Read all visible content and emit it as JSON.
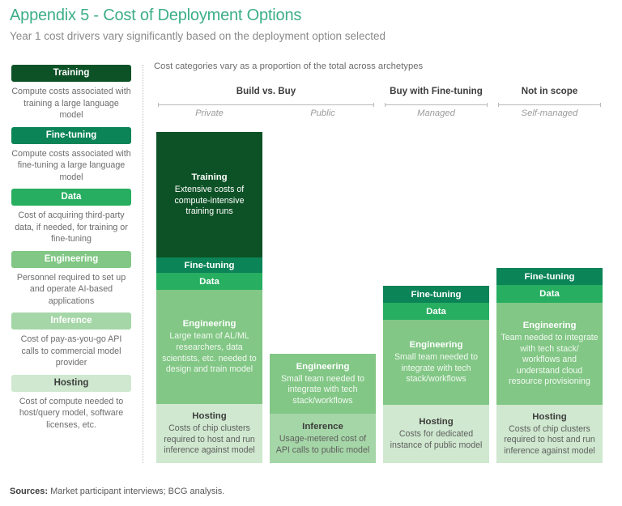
{
  "header": {
    "title": "Appendix 5 - Cost of Deployment Options",
    "subtitle": "Year 1 cost drivers vary significantly based on the deployment option selected"
  },
  "legend": {
    "items": [
      {
        "label": "Training",
        "description": "Compute costs associated with training a large language model",
        "color": "#0d5226",
        "text_color": "#ffffff"
      },
      {
        "label": "Fine-tuning",
        "description": "Compute costs associated with fine-tuning a large language model",
        "color": "#0b8457",
        "text_color": "#ffffff"
      },
      {
        "label": "Data",
        "description": "Cost of acquiring third-party data, if needed, for training or fine-tuning",
        "color": "#27ae60",
        "text_color": "#ffffff"
      },
      {
        "label": "Engineering",
        "description": "Personnel required to set up and operate AI-based applications",
        "color": "#82c785",
        "text_color": "#ffffff"
      },
      {
        "label": "Inference",
        "description": "Cost of pay-as-you-go API calls to commercial model provider",
        "color": "#a5d6a7",
        "text_color": "#ffffff"
      },
      {
        "label": "Hosting",
        "description": "Cost of compute needed to host/query model, software licenses, etc.",
        "color": "#cfe8cf",
        "text_color": "#3d3d3d"
      }
    ]
  },
  "chart_note": "Cost categories vary as a proportion of the total across archetypes",
  "sources": {
    "label": "Sources:",
    "text": " Market participant interviews; BCG analysis."
  },
  "chart_data": {
    "type": "bar",
    "title": "Cost categories vary as a proportion of the total across archetypes",
    "subtitle": "Year 1 cost drivers vary significantly based on the deployment option selected",
    "stacked": true,
    "ylabel": "",
    "xlabel": "",
    "grid": false,
    "legend_position": "left",
    "group_headers": [
      {
        "label": "Build vs. Buy",
        "columns": [
          "Private",
          "Public"
        ]
      },
      {
        "label": "Buy with Fine-tuning",
        "columns": [
          "Managed"
        ]
      },
      {
        "label": "Not in scope",
        "columns": [
          "Self-managed"
        ]
      }
    ],
    "categories": [
      "Private",
      "Public",
      "Managed",
      "Self-managed"
    ],
    "series": [
      {
        "name": "Training",
        "color": "#0d5226",
        "values": [
          155,
          0,
          0,
          0
        ]
      },
      {
        "name": "Fine-tuning",
        "color": "#0b8457",
        "values": [
          19,
          0,
          21,
          21
        ]
      },
      {
        "name": "Data",
        "color": "#27ae60",
        "values": [
          21,
          0,
          21,
          22
        ]
      },
      {
        "name": "Engineering",
        "color": "#82c785",
        "values": [
          141,
          74,
          105,
          126
        ]
      },
      {
        "name": "Inference",
        "color": "#a5d6a7",
        "values": [
          0,
          61,
          0,
          0
        ]
      },
      {
        "name": "Hosting",
        "color": "#cfe8cf",
        "values": [
          73,
          0,
          72,
          72
        ]
      }
    ],
    "columns": [
      {
        "key": "private",
        "group": "Build vs. Buy",
        "name": "Private",
        "segments": [
          {
            "label": "Training",
            "description": "Extensive costs of compute-intensive training runs",
            "color": "#0d5226",
            "height": 155,
            "tone": "on-dark"
          },
          {
            "label": "Fine-tuning",
            "description": "",
            "color": "#0b8457",
            "height": 19,
            "tone": "on-dark"
          },
          {
            "label": "Data",
            "description": "",
            "color": "#27ae60",
            "height": 21,
            "tone": "on-dark"
          },
          {
            "label": "Engineering",
            "description": "Large team of AL/ML researchers, data scientists, etc. needed to design and train model",
            "color": "#82c785",
            "height": 141,
            "tone": "on-mid"
          },
          {
            "label": "Hosting",
            "description": "Costs of chip clusters required to host and run inference against model",
            "color": "#cfe8cf",
            "height": 73,
            "tone": "on-light"
          }
        ]
      },
      {
        "key": "public",
        "group": "Build vs. Buy",
        "name": "Public",
        "segments": [
          {
            "label": "Engineering",
            "description": "Small team needed to integrate with tech stack/workflows",
            "color": "#82c785",
            "height": 74,
            "tone": "on-mid"
          },
          {
            "label": "Inference",
            "description": "Usage-metered cost of API calls to public model",
            "color": "#a5d6a7",
            "height": 61,
            "tone": "on-light"
          }
        ]
      },
      {
        "key": "managed",
        "group": "Buy with Fine-tuning",
        "name": "Managed",
        "segments": [
          {
            "label": "Fine-tuning",
            "description": "",
            "color": "#0b8457",
            "height": 21,
            "tone": "on-dark"
          },
          {
            "label": "Data",
            "description": "",
            "color": "#27ae60",
            "height": 21,
            "tone": "on-dark"
          },
          {
            "label": "Engineering",
            "description": "Small team needed to integrate with tech stack/workflows",
            "color": "#82c785",
            "height": 105,
            "tone": "on-mid"
          },
          {
            "label": "Hosting",
            "description": "Costs for dedicated instance of public model",
            "color": "#cfe8cf",
            "height": 72,
            "tone": "on-light"
          }
        ]
      },
      {
        "key": "self-managed",
        "group": "Not in scope",
        "name": "Self-managed",
        "segments": [
          {
            "label": "Fine-tuning",
            "description": "",
            "color": "#0b8457",
            "height": 21,
            "tone": "on-dark"
          },
          {
            "label": "Data",
            "description": "",
            "color": "#27ae60",
            "height": 22,
            "tone": "on-dark"
          },
          {
            "label": "Engineering",
            "description": "Team needed to integrate with tech stack/ workflows and understand cloud resource provisioning",
            "color": "#82c785",
            "height": 126,
            "tone": "on-mid"
          },
          {
            "label": "Hosting",
            "description": "Costs of chip clusters required to host and run inference against model",
            "color": "#cfe8cf",
            "height": 72,
            "tone": "on-light"
          }
        ]
      }
    ]
  }
}
